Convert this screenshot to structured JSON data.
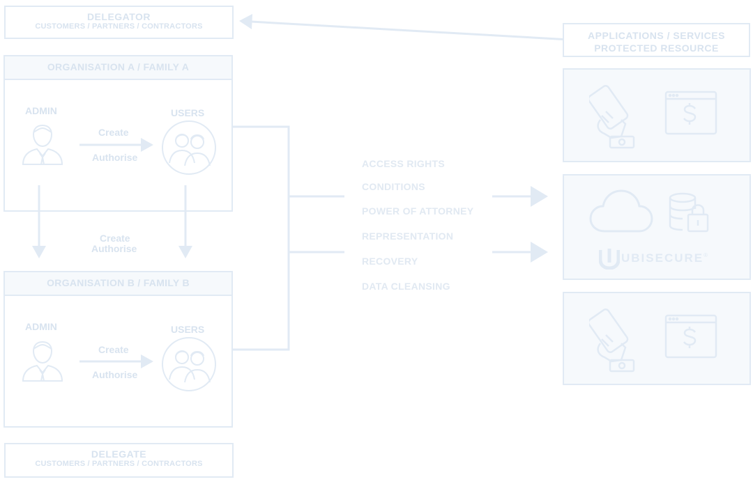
{
  "delegator": {
    "title": "DELEGATOR",
    "subtitle": "CUSTOMERS / PARTNERS / CONTRACTORS"
  },
  "delegate": {
    "title": "DELEGATE",
    "subtitle": "CUSTOMERS / PARTNERS / CONTRACTORS"
  },
  "org_a": {
    "title": "ORGANISATION A / FAMILY A",
    "admin": "ADMIN",
    "users": "USERS",
    "create": "Create",
    "authorise": "Authorise"
  },
  "org_b": {
    "title": "ORGANISATION B / FAMILY B",
    "admin": "ADMIN",
    "users": "USERS",
    "create": "Create",
    "authorise": "Authorise"
  },
  "between_orgs": {
    "create": "Create",
    "authorise": "Authorise"
  },
  "rights_list": [
    "ACCESS RIGHTS",
    "CONDITIONS",
    "POWER OF ATTORNEY",
    "REPRESENTATION",
    "RECOVERY",
    "DATA CLEANSING"
  ],
  "applications": {
    "line1": "APPLICATIONS / SERVICES",
    "line2": "PROTECTED RESOURCE"
  },
  "brand": {
    "name": "UBISECURE",
    "mark": "®"
  },
  "icons": [
    "person-icon",
    "users-group-icon",
    "hand-phone-icon",
    "browser-dollar-icon",
    "cloud-icon",
    "database-lock-icon",
    "ubisecure-logo"
  ],
  "colors": {
    "line": "#e1eaf4",
    "text": "#d8e3ef",
    "panel": "#f6f9fc"
  }
}
